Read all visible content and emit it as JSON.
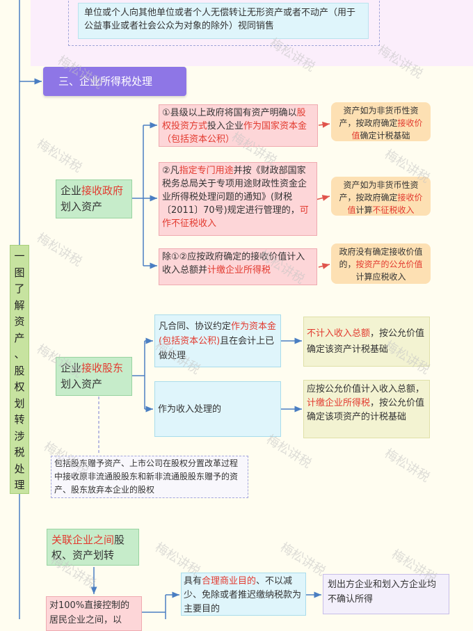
{
  "top_box": {
    "text": "单位或个人向其他单位或者个人无偿转让无形资产或者不动产（用于公益事业或者社会公众为对象的除外）视同销售"
  },
  "side_title": {
    "chars": [
      "一",
      "图",
      "了",
      "解",
      "资",
      "产",
      "、",
      "股",
      "权",
      "划",
      "转",
      "涉",
      "税",
      "处",
      "理"
    ]
  },
  "section": {
    "title": "三、企业所得税处理"
  },
  "gov": {
    "label_a": "企业",
    "label_b": "接收政府",
    "label_c": "划入资产",
    "box1": {
      "a": "①县级以上政府将国有资产明确以",
      "b": "股权投资方式",
      "c": "投入企业",
      "d": "作为国家资本金（包括资本公积）"
    },
    "box2": {
      "a": "②凡",
      "b": "指定专门用途",
      "c": "并按《财政部国家税务总局关于专项用途财政性资金企业所得税处理问题的通知》(财税〔2011〕70号)规定进行管理的，",
      "d": "可作不征税收入"
    },
    "box3": {
      "a": "除①②应按政府确定的接收价值计入收入总额并",
      "b": "计缴企业所得税"
    },
    "note1": {
      "a": "资产如为非货币性资产，按政府确定",
      "b": "接收价值",
      "c": "确定计税基础"
    },
    "note2": {
      "a": "资产如为非货币性资产，按政府确定",
      "b": "接收价值",
      "c": "计算",
      "d": "不征税收入"
    },
    "note3": {
      "a": "政府没有确定接收价值的，",
      "b": "按资产的公允价值",
      "c": "计算应税收入"
    }
  },
  "sh": {
    "label_a": "企业",
    "label_b": "接收股东",
    "label_c": "划入资产",
    "box1": {
      "a": "凡合同、协议约定",
      "b": "作为资本金(包括资本公积)",
      "c": "且在会计上已做处理"
    },
    "box2": {
      "text": "作为收入处理的"
    },
    "res1": {
      "a": "不计入收入总额",
      "b": "，按公允价值确定该资产计税基础"
    },
    "res2": {
      "a": "应按公允价值计入收入总额，",
      "b": "计缴企业所得税",
      "c": "，按公允价值确定该项资产的计税基础"
    },
    "dashed_note": "包括股东赠予资产、上市公司在股权分置改革过程中接收原非流通股股东和新非流通股股东赠予的资产、股东放弃本企业的股权"
  },
  "rel": {
    "label_a": "关联企业之间",
    "label_b": "股权、资产划转",
    "sub": "对100%直接控制的居民企业之间，以",
    "cond": {
      "a": "具有",
      "b": "合理商业目的",
      "c": "、不以减少、免除或者推迟缴纳税款为主要目的"
    },
    "result": "划出方企业和划入方企业均不确认所得"
  },
  "watermark": "梅松讲税"
}
